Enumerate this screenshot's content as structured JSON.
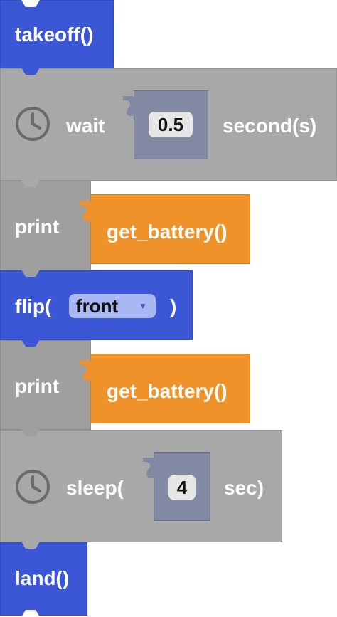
{
  "blocks": {
    "takeoff": {
      "label": "takeoff()"
    },
    "wait": {
      "label": "wait",
      "value": "0.5",
      "unit": "second(s)"
    },
    "print1": {
      "label": "print",
      "arg": "get_battery()"
    },
    "flip": {
      "label": "flip(",
      "selected": "front",
      "close": ")"
    },
    "print2": {
      "label": "print",
      "arg": "get_battery()"
    },
    "sleep": {
      "label": "sleep(",
      "value": "4",
      "close": "sec)"
    },
    "land": {
      "label": "land()"
    }
  },
  "icons": {
    "clock": "clock-icon",
    "dropdown": "triangle-down-icon"
  },
  "colors": {
    "motion_block": "#3b57d6",
    "control_block": "#a8a8a8",
    "value_block": "#f0922a",
    "input_slot": "#8289a3"
  }
}
